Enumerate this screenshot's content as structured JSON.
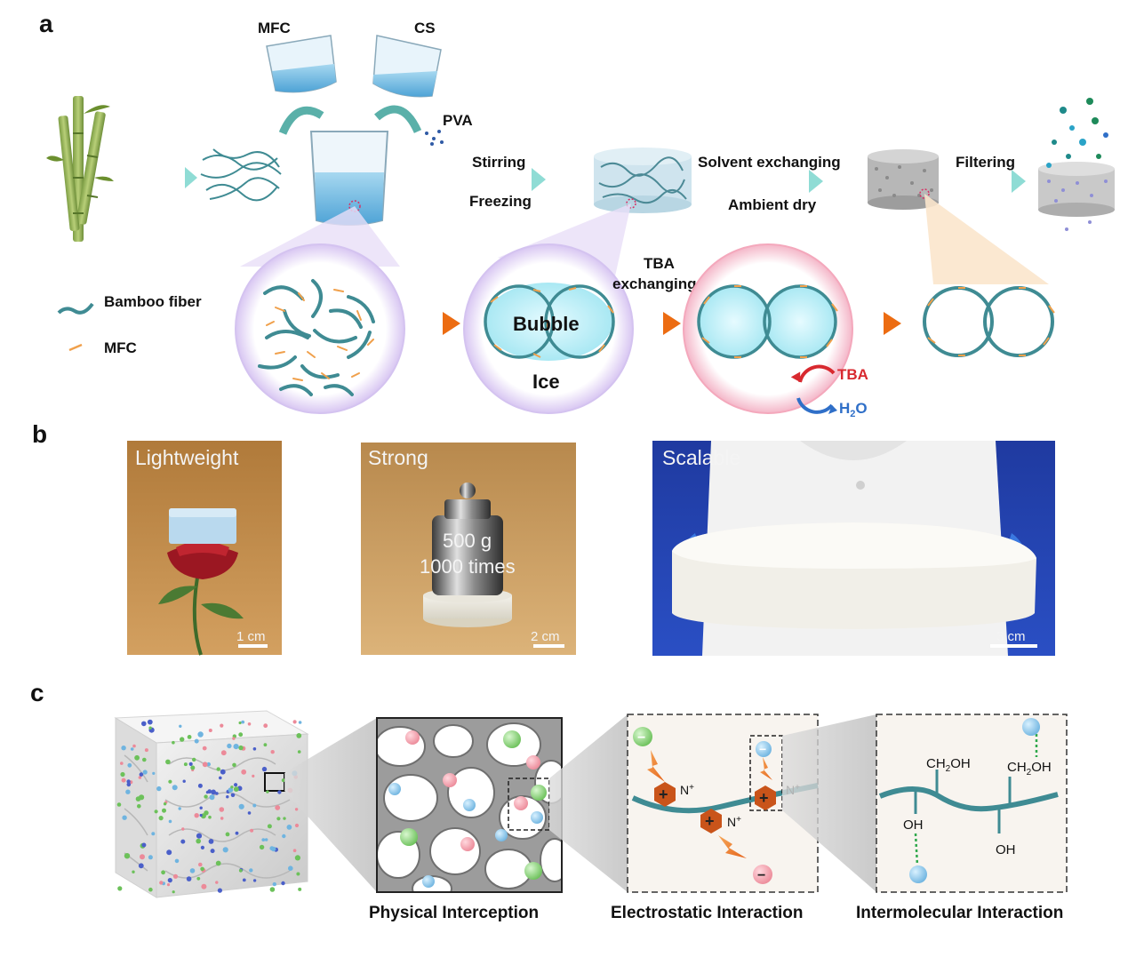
{
  "panels": {
    "a": "a",
    "b": "b",
    "c": "c"
  },
  "panel_a": {
    "mfc_top": "MFC",
    "cs": "CS",
    "pva": "PVA",
    "step1_top": "Stirring",
    "step1_bottom": "Freezing",
    "step2_top": "Solvent exchanging",
    "step2_bottom": "Ambient dry",
    "step3": "Filtering",
    "tba_line1": "TBA",
    "tba_line2": "exchanging",
    "bubble": "Bubble",
    "ice": "Ice",
    "tba_cycle_top": "TBA",
    "h2o_main": "H",
    "h2o_sub": "2",
    "h2o_tail": "O",
    "legend": {
      "fiber": "Bamboo fiber",
      "mfc": "MFC"
    }
  },
  "panel_b": {
    "photo1": {
      "title": "Lightweight",
      "scale": "1 cm"
    },
    "photo2": {
      "title": "Strong",
      "weight": "500 g",
      "times": "1000 times",
      "scale": "2 cm"
    },
    "photo3": {
      "title": "Scalable",
      "scale": "3 cm"
    }
  },
  "panel_c": {
    "captions": [
      "Physical Interception",
      "Electrostatic Interaction",
      "Intermolecular Interaction"
    ],
    "n_plus": "N",
    "plus_sup": "+",
    "minus": "−",
    "ch2oh_main": "CH",
    "ch2oh_sub": "2",
    "ch2oh_tail": "OH",
    "oh": "OH"
  },
  "colors": {
    "fiber": "#3f8b93",
    "mfc": "#f0a04b",
    "arrow_teal": "#a8e4df",
    "arrow_orange": "#f07a22",
    "tba_red": "#d8292f",
    "h2o_blue": "#2f6fc8",
    "cation": "#c9541a"
  }
}
